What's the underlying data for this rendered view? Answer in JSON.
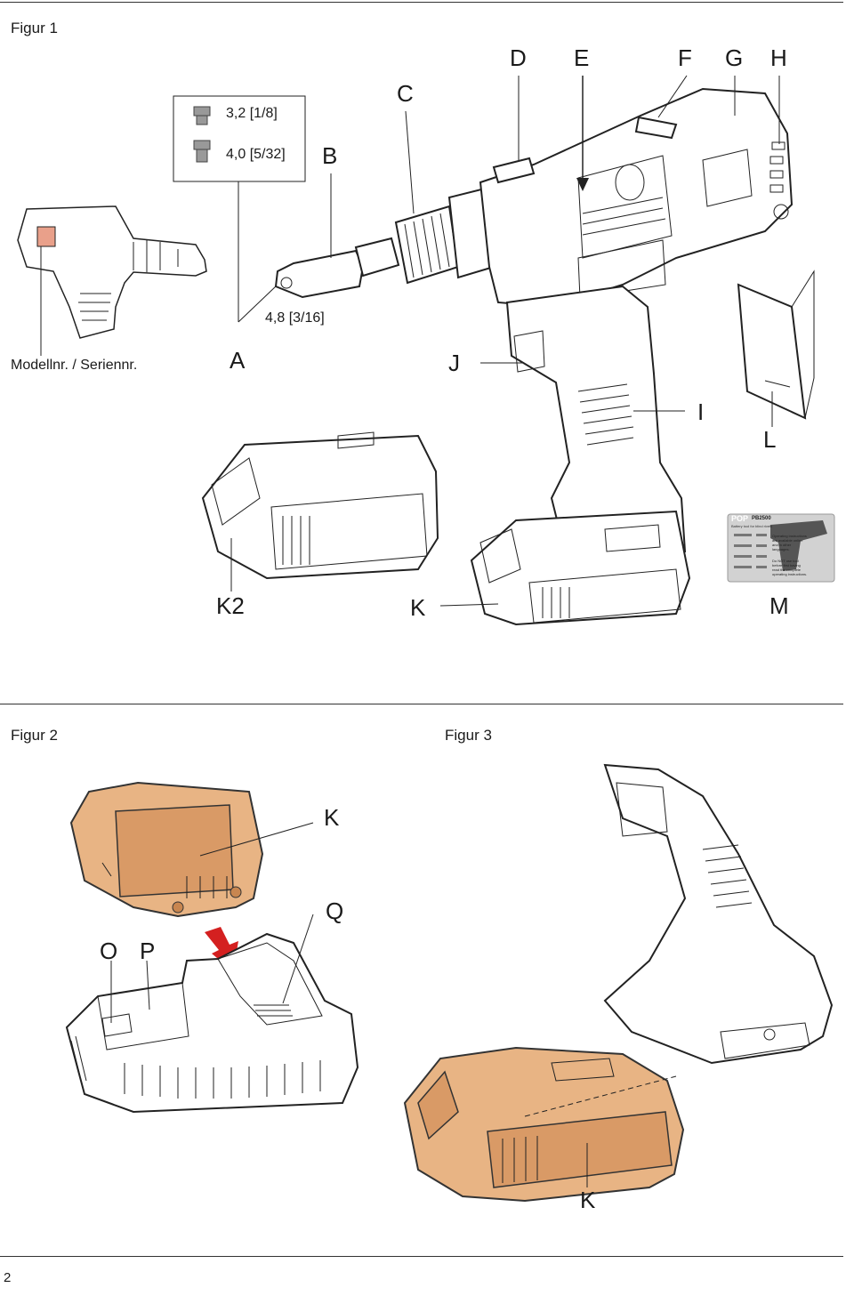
{
  "figures": {
    "fig1_title": "Figur 1",
    "fig2_title": "Figur 2",
    "fig3_title": "Figur 3"
  },
  "labels": {
    "A": "A",
    "B": "B",
    "C": "C",
    "D": "D",
    "E": "E",
    "F": "F",
    "G": "G",
    "H": "H",
    "I": "I",
    "J": "J",
    "K": "K",
    "K2": "K2",
    "L": "L",
    "M": "M",
    "O": "O",
    "P": "P",
    "Q": "Q"
  },
  "nozzles": {
    "n1": "3,2 [1/8]",
    "n2": "4,0 [5/32]",
    "n3": "4,8 [3/16]"
  },
  "model_serial_label": "Modellnr. / Seriennr.",
  "card": {
    "brand": "POP",
    "model": "PB2500",
    "tagline": "Battery tool for blind rivets",
    "text1": "Operating instructions are available online and in other languages.",
    "text2": "Do NOT use tool before first having read the complete operating instructions."
  },
  "footer": {
    "page_number": "2"
  }
}
